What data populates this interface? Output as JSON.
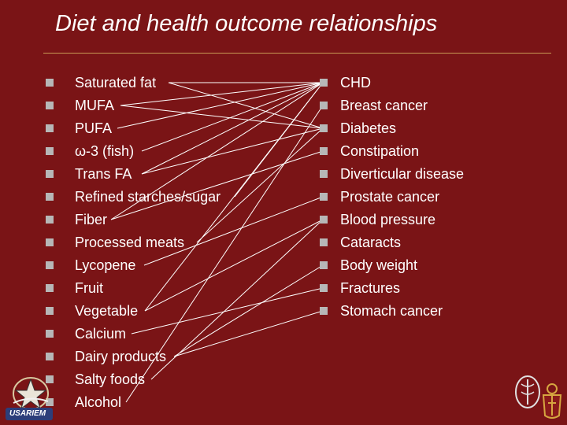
{
  "slide": {
    "title": "Diet and health outcome relationships",
    "diet_factors": [
      "Saturated fat",
      "MUFA",
      "PUFA",
      "ω-3 (fish)",
      "Trans FA",
      "Refined starches/sugar",
      "Fiber",
      "Processed meats",
      "Lycopene",
      "Fruit",
      "Vegetable",
      "Calcium",
      "Dairy products",
      "Salty foods",
      "Alcohol"
    ],
    "health_outcomes": [
      "CHD",
      "Breast cancer",
      "Diabetes",
      "Constipation",
      "Diverticular disease",
      "Prostate cancer",
      "Blood pressure",
      "Cataracts",
      "Body weight",
      "Fractures",
      "Stomach cancer"
    ],
    "links": [
      [
        0,
        0
      ],
      [
        0,
        2
      ],
      [
        1,
        0
      ],
      [
        1,
        2
      ],
      [
        2,
        0
      ],
      [
        3,
        0
      ],
      [
        4,
        0
      ],
      [
        4,
        2
      ],
      [
        5,
        0
      ],
      [
        6,
        0
      ],
      [
        6,
        3
      ],
      [
        7,
        2
      ],
      [
        8,
        5
      ],
      [
        10,
        0
      ],
      [
        10,
        6
      ],
      [
        11,
        9
      ],
      [
        12,
        8
      ],
      [
        12,
        10
      ],
      [
        13,
        6
      ],
      [
        14,
        1
      ]
    ],
    "logo_left_text": "USARIEM",
    "colors": {
      "background": "#7a1416",
      "text": "#ffffff",
      "bullet": "#b7b7b7",
      "rule": "#c89a54"
    }
  }
}
